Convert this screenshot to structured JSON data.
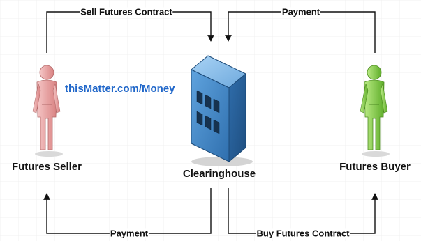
{
  "watermark": "thisMatter.com/Money",
  "parties": {
    "seller": "Futures Seller",
    "clearinghouse": "Clearinghouse",
    "buyer": "Futures Buyer"
  },
  "flows": {
    "top_left": "Sell Futures Contract",
    "top_right": "Payment",
    "bottom_left": "Payment",
    "bottom_right": "Buy Futures Contract"
  },
  "colors": {
    "seller_figure": "#e8a0a0",
    "buyer_figure": "#8ed14f",
    "building": "#3f86c8",
    "watermark": "#1f66c9"
  }
}
